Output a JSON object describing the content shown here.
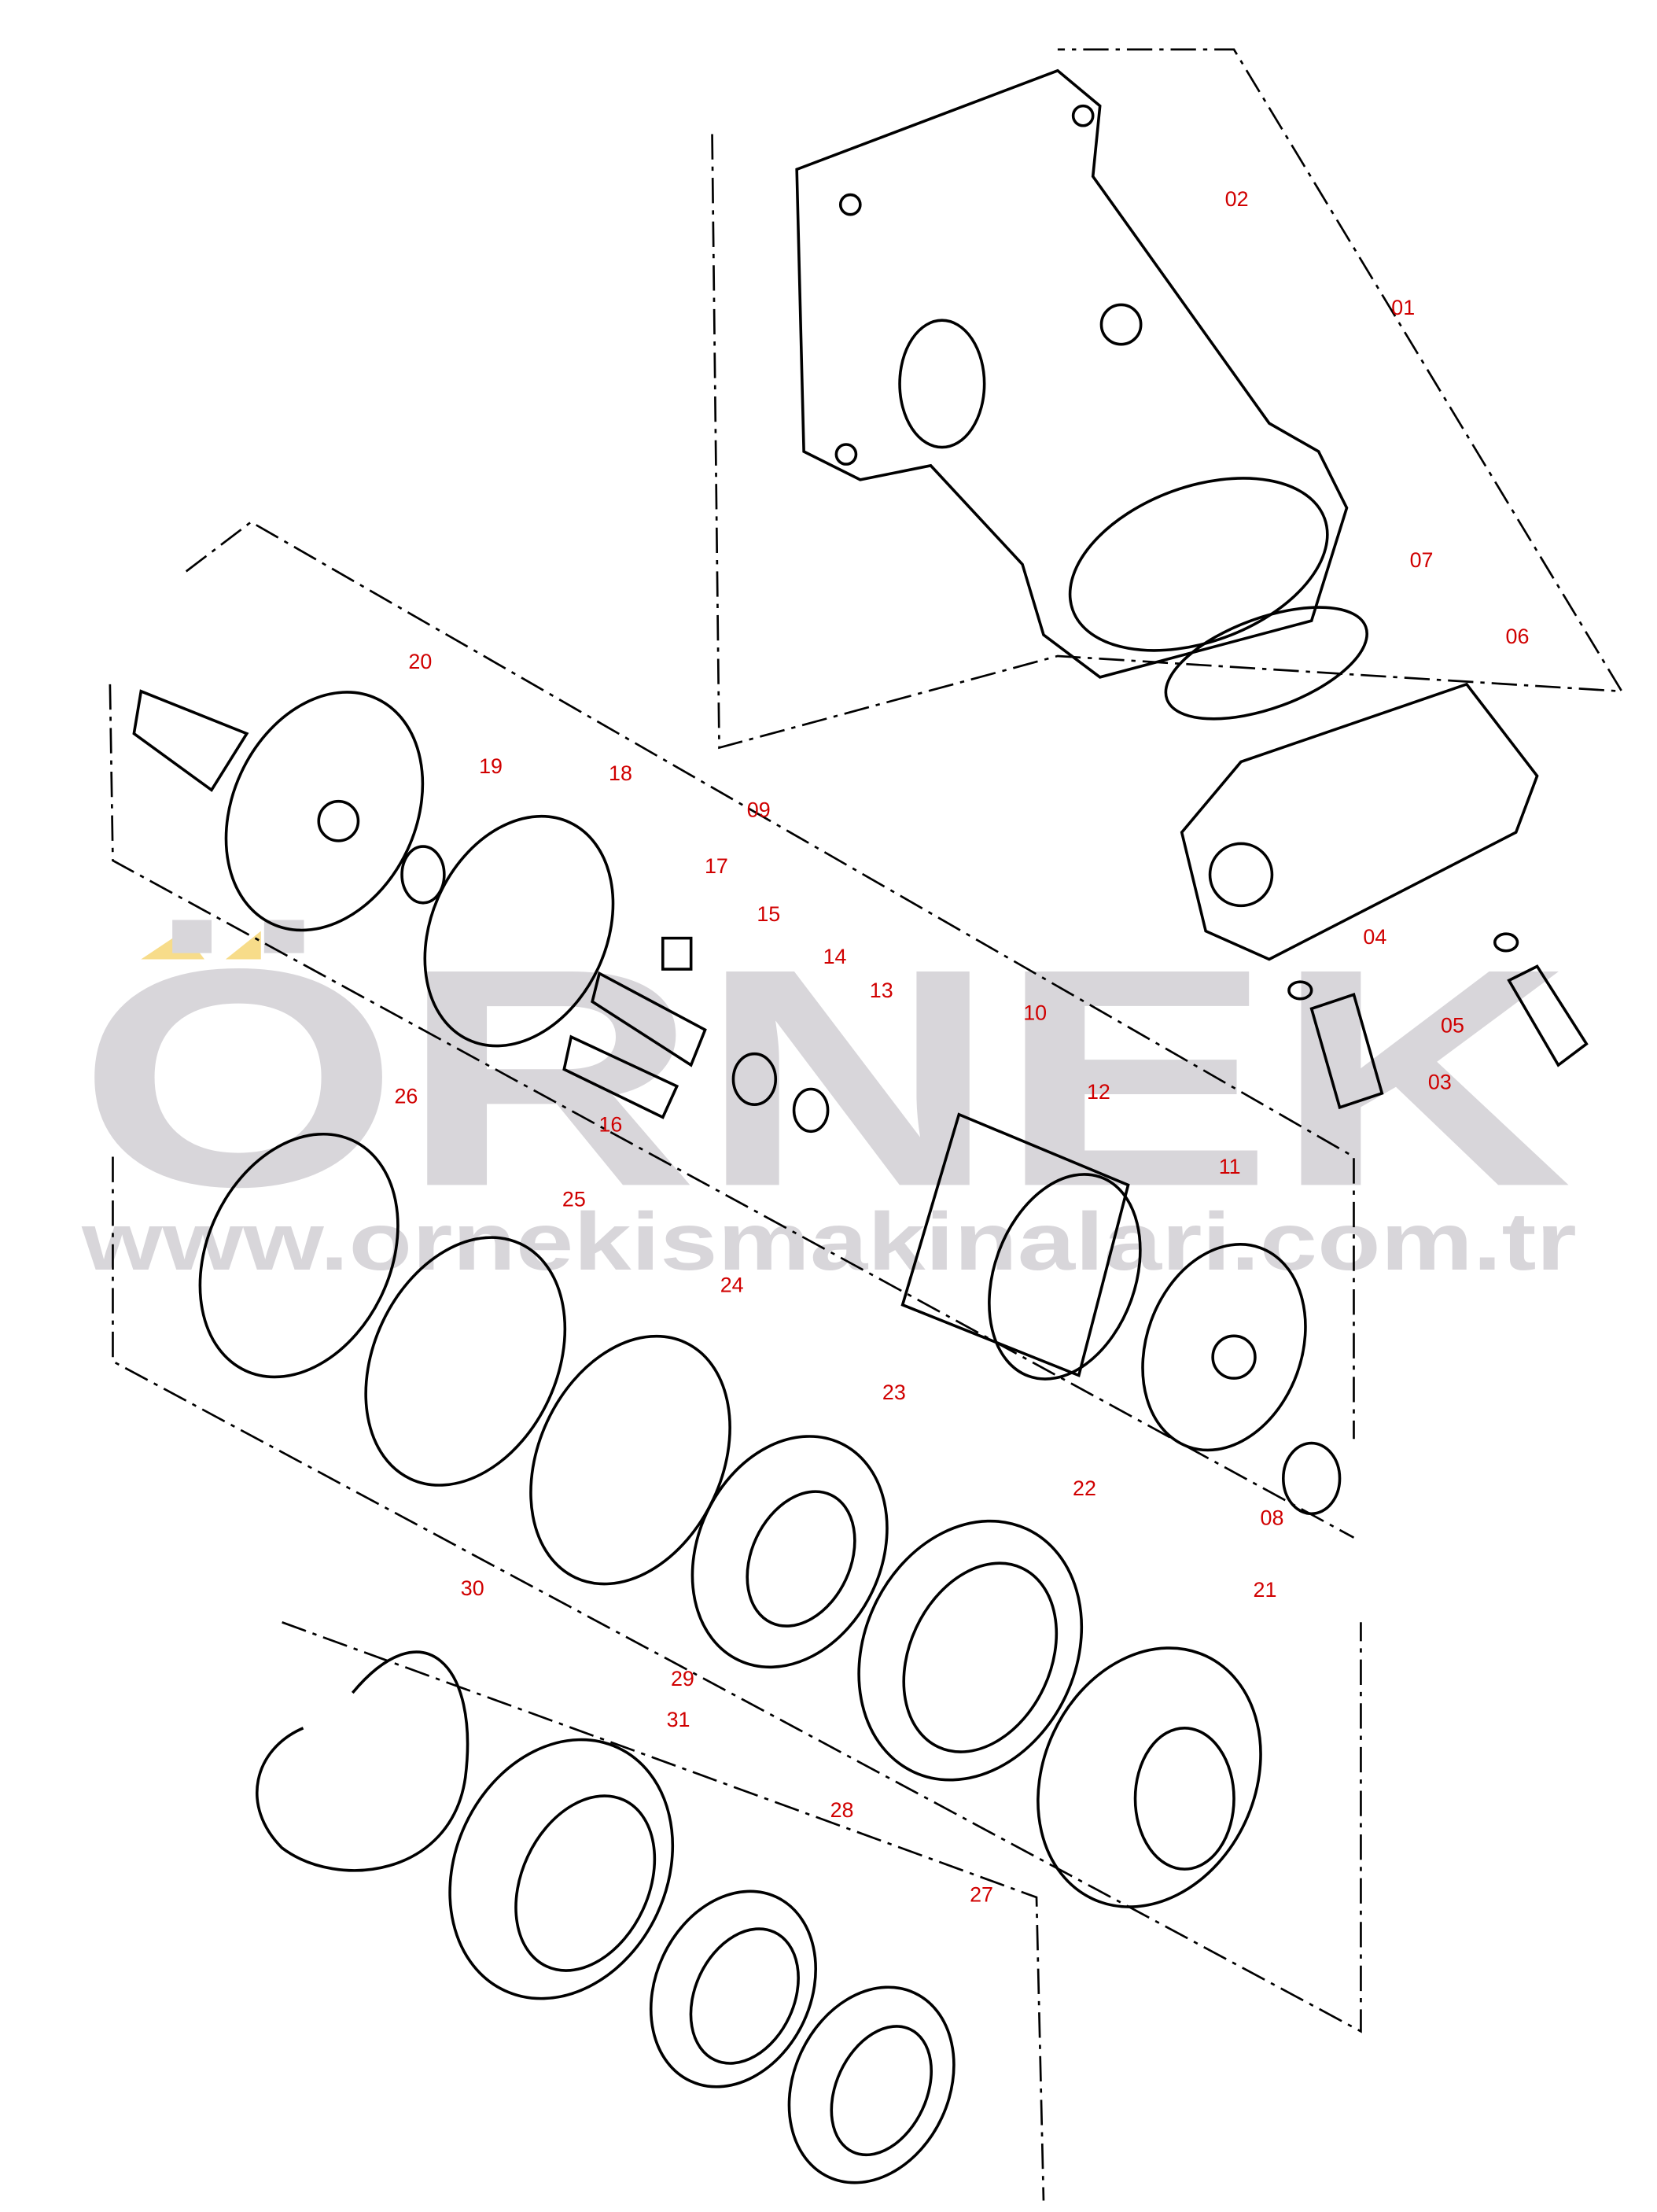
{
  "watermark": {
    "brand": "ÖRNEK",
    "url": "www.ornekismakinalari.com.tr"
  },
  "labels": {
    "p01": "01",
    "p02": "02",
    "p03": "03",
    "p04": "04",
    "p05": "05",
    "p06": "06",
    "p07": "07",
    "p08": "08",
    "p09": "09",
    "p10": "10",
    "p11": "11",
    "p12": "12",
    "p13": "13",
    "p14": "14",
    "p15": "15",
    "p16": "16",
    "p17": "17",
    "p18": "18",
    "p19": "19",
    "p20": "20",
    "p21": "21",
    "p22": "22",
    "p23": "23",
    "p24": "24",
    "p25": "25",
    "p26": "26",
    "p27": "27",
    "p28": "28",
    "p29": "29",
    "p30": "30",
    "p31": "31"
  },
  "colors": {
    "label": "#d00000",
    "watermark": "#d8d6da",
    "accent": "#f7dc8a"
  }
}
